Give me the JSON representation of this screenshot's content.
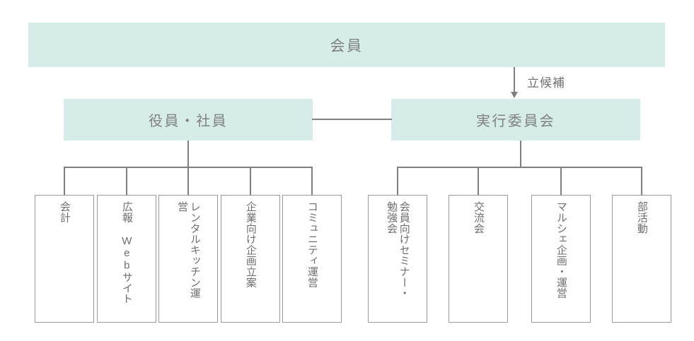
{
  "diagram": {
    "title_box": {
      "label": "会員"
    },
    "second_level": [
      {
        "id": "officers",
        "label": "役員・社員"
      },
      {
        "id": "committee",
        "label": "実行委員会"
      }
    ],
    "edge_label": {
      "text": "立候補",
      "arrow": "down-arrow-icon"
    },
    "officer_units": [
      {
        "label": "会計"
      },
      {
        "label": "広報 Webサイト"
      },
      {
        "label": "レンタルキッチン運営"
      },
      {
        "label": "企業向け企画立案"
      },
      {
        "label": "コミュニティ運営"
      }
    ],
    "committee_units": [
      {
        "label": "会員向けセミナー・勉強会"
      },
      {
        "label": "交流会"
      },
      {
        "label": "マルシェ企画・運営"
      },
      {
        "label": "部活動"
      }
    ],
    "colors": {
      "box_fill": "#d5ece8",
      "text": "#808080",
      "line": "#7f7f7f",
      "leaf_border": "#9a9a9a",
      "background": "#ffffff"
    }
  }
}
